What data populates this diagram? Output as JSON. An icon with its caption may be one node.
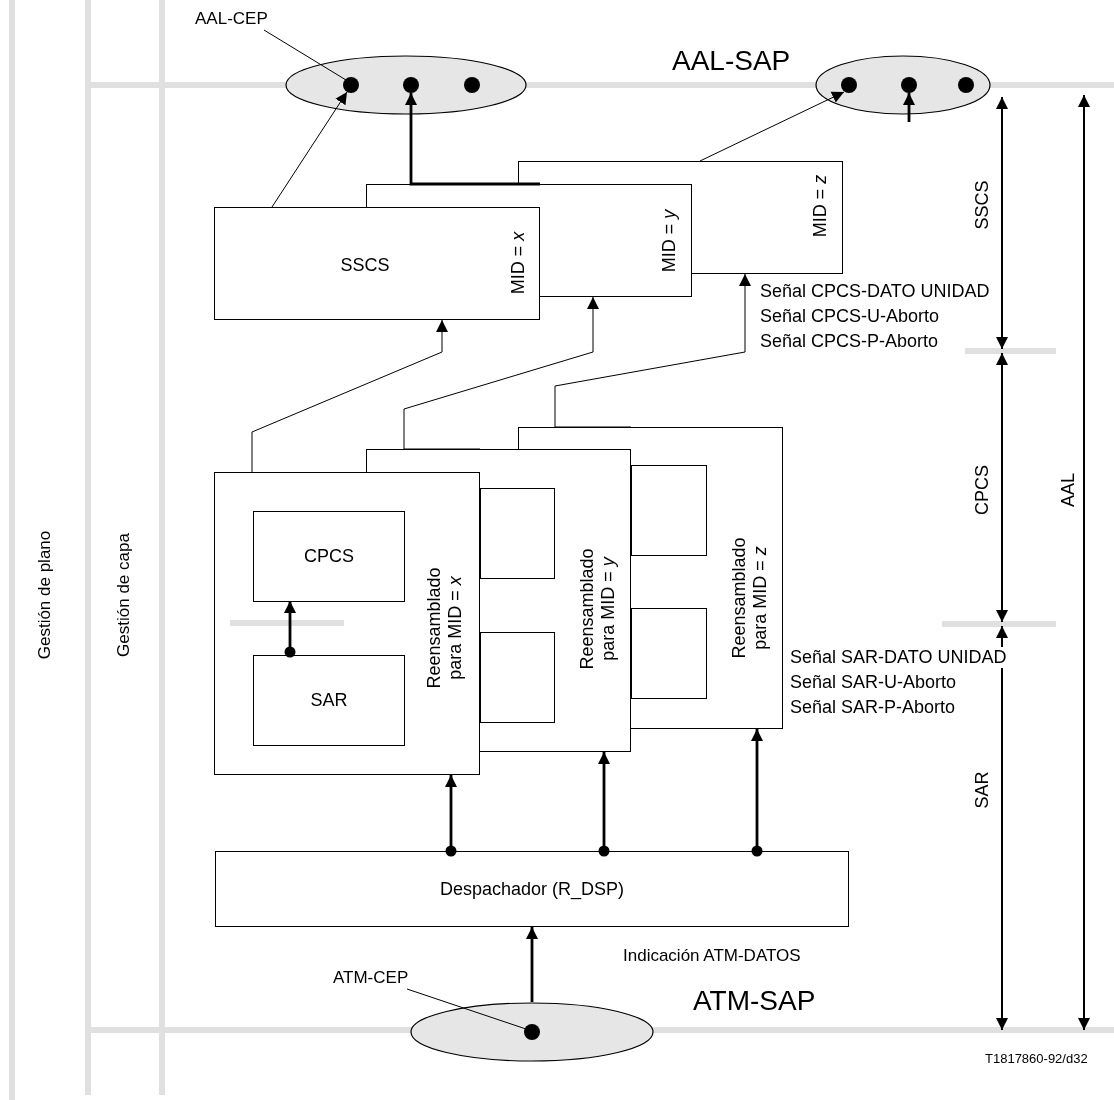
{
  "diagram": {
    "nodes": [
      {
        "text": [
          "AAL-CEP"
        ]
      },
      {
        "text": [],
        "shape": "ellipse"
      },
      {
        "text": [],
        "shape": "dot",
        "in": 1
      },
      {
        "text": [],
        "shape": "dot",
        "in": 1
      },
      {
        "text": [],
        "shape": "dot",
        "in": 1
      },
      {
        "text": [],
        "shape": "ellipse"
      },
      {
        "text": [],
        "shape": "dot",
        "in": 5
      },
      {
        "text": [],
        "shape": "dot",
        "in": 5
      },
      {
        "text": [],
        "shape": "dot",
        "in": 5
      },
      {
        "text": [
          "SSCS",
          "MID = *x*"
        ]
      },
      {
        "text": [
          "MID = *y*"
        ]
      },
      {
        "text": [
          "MID = *z*"
        ]
      },
      {
        "text": [
          "Reensamblado para MID = *x*"
        ]
      },
      {
        "text": [
          "CPCS"
        ],
        "in": 12
      },
      {
        "text": [
          "SAR"
        ],
        "in": 12
      },
      {
        "text": [
          "Reensamblado para MID = *y*"
        ]
      },
      {
        "text": [],
        "shape": "box",
        "in": 15
      },
      {
        "text": [],
        "shape": "box",
        "in": 15
      },
      {
        "text": [
          "Reensamblado para MID = *z*"
        ]
      },
      {
        "text": [],
        "shape": "box",
        "in": 18
      },
      {
        "text": [],
        "shape": "box",
        "in": 18
      },
      {
        "text": [
          "Despachador (R_DSP)"
        ]
      },
      {
        "text": [
          "ATM-CEP"
        ]
      },
      {
        "text": [],
        "shape": "ellipse"
      },
      {
        "text": [],
        "shape": "dot",
        "in": 23
      }
    ],
    "edges": [
      {
        "from": 0,
        "to": 2,
        "arrow": "none"
      },
      {
        "from": 9,
        "to": 2,
        "arrow": "to"
      },
      {
        "from": 10,
        "to": 3,
        "arrow": "to",
        "style": "thick"
      },
      {
        "from": 11,
        "to": 6,
        "arrow": "to"
      },
      {
        "from": null,
        "to": 7,
        "arrow": "to",
        "style": "thick"
      },
      {
        "from": 12,
        "to": 9,
        "arrow": "to"
      },
      {
        "from": 15,
        "to": 10,
        "arrow": "to"
      },
      {
        "from": 18,
        "to": 11,
        "arrow": "to"
      },
      {
        "from": 14,
        "to": 13,
        "arrow": "to",
        "style": "thick"
      },
      {
        "from": 21,
        "to": 12,
        "arrow": "to",
        "style": "thick"
      },
      {
        "from": 21,
        "to": 15,
        "arrow": "to",
        "style": "thick"
      },
      {
        "from": 21,
        "to": 18,
        "arrow": "to",
        "style": "thick"
      },
      {
        "from": 23,
        "to": 21,
        "arrow": "to",
        "style": "thick"
      },
      {
        "from": 22,
        "to": 24,
        "arrow": "none"
      }
    ],
    "labels": [
      "AAL-SAP",
      "SSCS",
      "Señal CPCS-DATO UNIDAD",
      "Señal CPCS-U-Aborto",
      "Señal CPCS-P-Aborto",
      "Gestión de plano",
      "Gestión de capa",
      "CPCS",
      "AAL",
      "Señal SAR-DATO UNIDAD",
      "Señal SAR-U-Aborto",
      "Señal SAR-P-Aborto",
      "SAR",
      "Indicación ATM-DATOS",
      "ATM-SAP",
      "T1817860-92/d32"
    ]
  }
}
